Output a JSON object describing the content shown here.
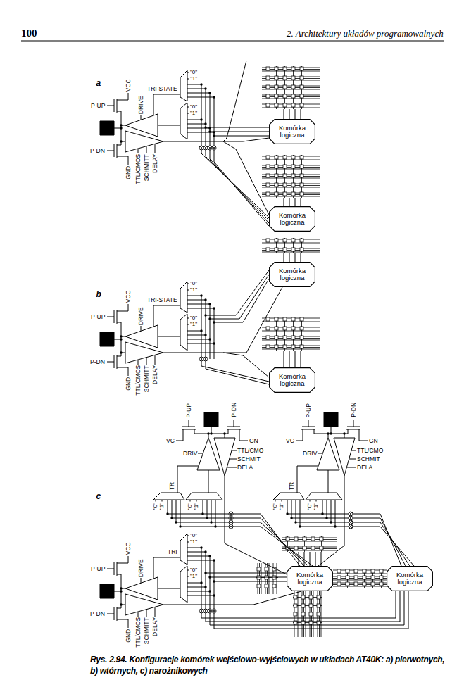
{
  "diagram": {
    "caption": "Rys. 2.94. Konfiguracje komórek wejściowo-wyjściowych w układach AT40K: a) pierwotnych, b) wtórnych, c) narożnikowych",
    "nodes": [
      {
        "text": [
          "Komórka logiczna"
        ]
      },
      {
        "text": [
          "Komórka logiczna"
        ]
      },
      {
        "text": [
          "Komórka logiczna"
        ]
      },
      {
        "text": [
          "Komórka logiczna"
        ]
      },
      {
        "text": [
          "Komórka logiczna"
        ]
      },
      {
        "text": [
          "Komórka logiczna"
        ]
      }
    ],
    "labels": [
      "100",
      "2. Architektury układów programowalnych",
      "a",
      "\"0\"",
      "\"1\"",
      "TRI-STATE",
      "\"0\"",
      "\"1\"",
      "VCC",
      "DRIVE",
      "P-UP",
      "P-DN",
      "GND",
      "TTL/CMOS",
      "SCHMITT",
      "DELAY",
      "b",
      "\"0\"",
      "\"1\"",
      "TRI-STATE",
      "\"0\"",
      "\"1\"",
      "VCC",
      "DRIVE",
      "P-UP",
      "P-DN",
      "GND",
      "TTL/CMOS",
      "SCHMITT",
      "DELAY",
      "c",
      "\"0\"",
      "\"1\"",
      "TRI",
      "\"0\"",
      "\"1\"",
      "VC",
      "DRIV",
      "P-UP",
      "P-DN",
      "GN",
      "TTL/CMO",
      "SCHMIT",
      "DELA",
      "\"0\"",
      "\"1\"",
      "TRI",
      "\"0\"",
      "\"1\"",
      "VC",
      "DRIV",
      "P-UP",
      "P-DN",
      "GN",
      "TTL/CMO",
      "SCHMIT",
      "DELA",
      "\"0\"",
      "\"1\"",
      "TRI",
      "\"0\"",
      "\"1\"",
      "VCC",
      "DRIVE",
      "P-UP",
      "P-DN",
      "GND",
      "TTL/CMOS",
      "SCHMITT",
      "DELAY"
    ]
  }
}
